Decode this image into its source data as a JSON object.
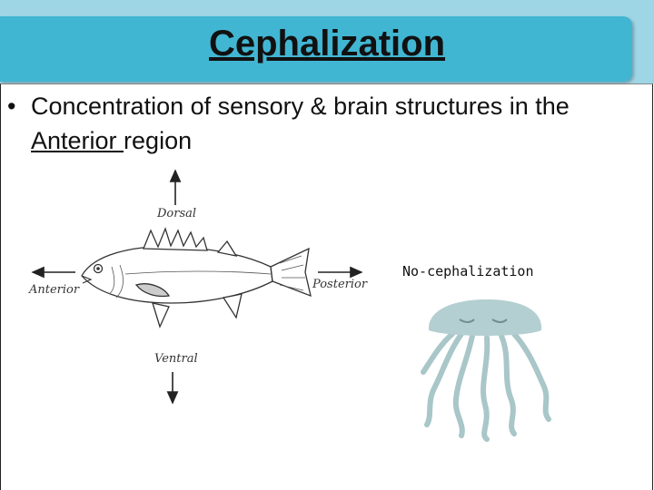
{
  "slide": {
    "title": "Cephalization",
    "bullet": {
      "marker": "•",
      "text_before": "Concentration of sensory & brain structures in the ",
      "underlined": "Anterior ",
      "text_after": "region"
    }
  },
  "fish_diagram": {
    "labels": {
      "dorsal": "Dorsal",
      "ventral": "Ventral",
      "anterior": "Anterior",
      "posterior": "Posterior"
    }
  },
  "jellyfish": {
    "label": "No-cephalization"
  },
  "colors": {
    "title_bar": "#41b6d2",
    "top_strip": "#9fd6e6",
    "jellyfish": "#a9c6c8"
  }
}
